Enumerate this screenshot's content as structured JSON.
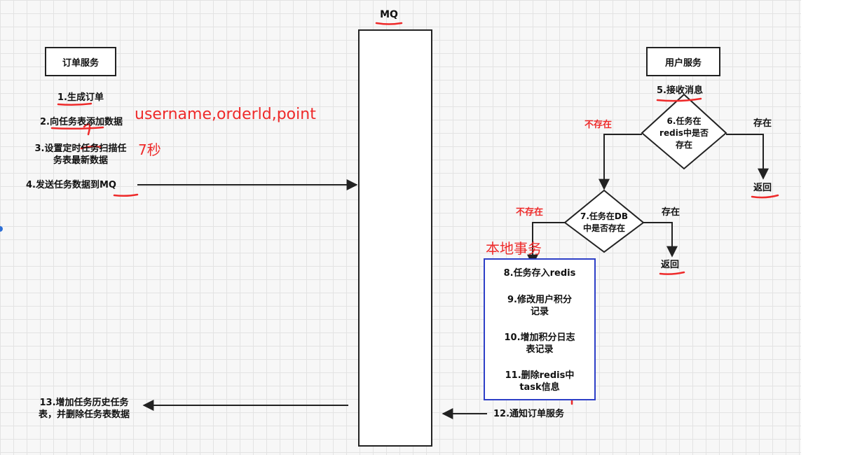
{
  "mq": {
    "label": "MQ"
  },
  "order_service": {
    "label": "订单服务",
    "steps": [
      "1.生成订单",
      "2.向任务表添加数据",
      "3.设置定时任务扫描任",
      "务表最新数据",
      "4.发送任务数据到MQ"
    ],
    "step13": [
      "13.增加任务历史任务",
      "表，并删除任务表数据"
    ]
  },
  "user_service": {
    "label": "用户服务",
    "step5": "5.接收消息",
    "decision6": [
      "6.任务在",
      "redis中是否",
      "存在"
    ],
    "decision7": [
      "7.任务在DB",
      "中是否存在"
    ],
    "exists": "存在",
    "not_exists": "不存在",
    "return": "返回"
  },
  "transaction": {
    "title": "本地事务",
    "step8": "8.任务存入redis",
    "step9": [
      "9.修改用户积分",
      "记录"
    ],
    "step10": [
      "10.增加积分日志",
      "表记录"
    ],
    "step11": [
      "11.删除redis中",
      "task信息"
    ]
  },
  "step12": "12.通知订单服务",
  "annotations": {
    "fields": "username,orderld,point",
    "seconds": "7秒"
  },
  "colors": {
    "annotation": "#ee2a2a",
    "transaction_border": "#2d3fc7",
    "line": "#222222"
  }
}
